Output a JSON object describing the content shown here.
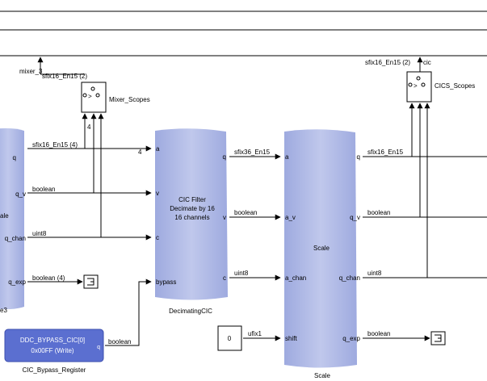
{
  "colors": {
    "block_fill": "#b3bde6",
    "block_fill_dark": "#8e9cd6",
    "register_fill": "#5b6fd0",
    "register_text": "#ffffff",
    "wire": "#000000"
  },
  "top_labels": {
    "mixer_net": "mixer_3",
    "mixer_signal": "sfix16_En15 (2)",
    "cics_signal": "sfix16_En15 (2)",
    "cics_net": "cic"
  },
  "scopes": [
    {
      "name": "Mixer_Scopes"
    },
    {
      "name": "CICS_Scopes"
    }
  ],
  "left_block": {
    "name_partial": "e3",
    "label_partial": "ale",
    "ports": [
      "q",
      "q_v",
      "q_chan",
      "q_exp"
    ]
  },
  "wires": {
    "w1": "sfix16_En15 (4)",
    "w1_width": "4",
    "w1_width_b": "4",
    "w2": "boolean",
    "w3": "uint8",
    "w4": "boolean (4)",
    "w5": "sfix36_En15",
    "w6": "boolean",
    "w7": "uint8",
    "w8": "sfix16_En15",
    "w9": "boolean",
    "w10": "uint8",
    "w11": "ufix1",
    "w12": "boolean",
    "w13": "boolean"
  },
  "cic_block": {
    "title_lines": [
      "CIC Filter",
      "Decimate by 16",
      "16 channels"
    ],
    "name": "DecimatingCIC",
    "in_ports": [
      "a",
      "v",
      "c",
      "bypass"
    ],
    "out_ports": [
      "q",
      "v",
      "c"
    ]
  },
  "scale_block": {
    "title": "Scale",
    "name": "Scale",
    "in_ports": [
      "a",
      "a_v",
      "a_chan",
      "shift"
    ],
    "out_ports": [
      "q",
      "q_v",
      "q_chan",
      "q_exp"
    ]
  },
  "constant_block": {
    "value": "0"
  },
  "register_block": {
    "line1": "DDC_BYPASS_CIC[0]",
    "line2": "0x00FF (Write)",
    "port": "q",
    "name": "CIC_Bypass_Register"
  }
}
